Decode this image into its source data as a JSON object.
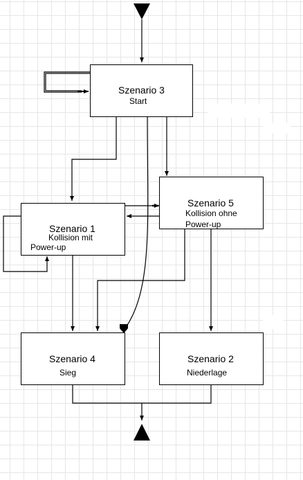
{
  "nodes": {
    "s3": {
      "title": "Szenario 3",
      "label": "Start"
    },
    "s5": {
      "title": "Szenario 5",
      "label_line1": "Kollision ohne",
      "label_line2": "Power-up"
    },
    "s1": {
      "title": "Szenario 1",
      "label_line1": "Kollision mit",
      "label_line2": "Power-up"
    },
    "s4": {
      "title": "Szenario 4",
      "label": "Sieg"
    },
    "s2": {
      "title": "Szenario 2",
      "label": "Niederlage"
    }
  },
  "colors": {
    "stroke": "#000000",
    "grid": "#e6e6e6",
    "background": "#ffffff"
  },
  "terminals": {
    "top": "triangle-down",
    "bottom": "triangle-up"
  }
}
